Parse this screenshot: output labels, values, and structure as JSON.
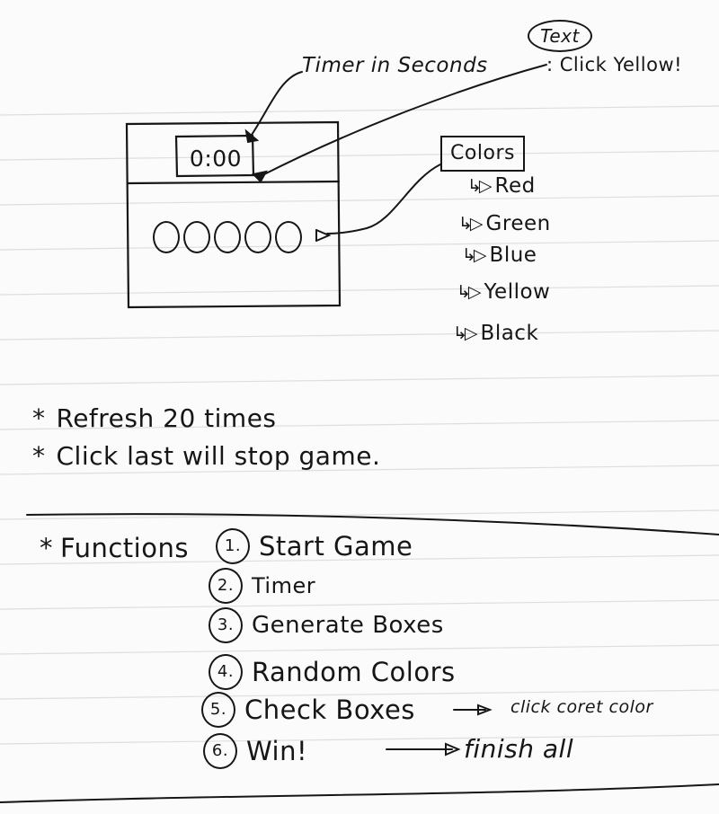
{
  "mockup": {
    "timer_label": "Timer in Seconds",
    "timer_value": "0:00",
    "circle_count": 5
  },
  "text_callout": {
    "tag": "Text",
    "value": ": Click Yellow!"
  },
  "colors": {
    "label": "Colors",
    "items": [
      "Red",
      "Green",
      "Blue",
      "Yellow",
      "Black"
    ]
  },
  "notes": [
    {
      "bullet": "*",
      "text": "Refresh 20 times"
    },
    {
      "bullet": "*",
      "text": "Click last will stop game."
    }
  ],
  "functions": {
    "bullet": "*",
    "heading": "Functions",
    "items": [
      {
        "number": "1.",
        "label": "Start Game",
        "note": ""
      },
      {
        "number": "2.",
        "label": "Timer",
        "note": ""
      },
      {
        "number": "3.",
        "label": "Generate Boxes",
        "note": ""
      },
      {
        "number": "4.",
        "label": "Random Colors",
        "note": ""
      },
      {
        "number": "5.",
        "label": "Check Boxes",
        "note": "click coret color"
      },
      {
        "number": "6.",
        "label": "Win!",
        "note": "finish all"
      }
    ]
  },
  "colors_palette": {
    "ink": "#161616",
    "paper": "#fbfbfb",
    "rule": "#dcdcdc"
  }
}
